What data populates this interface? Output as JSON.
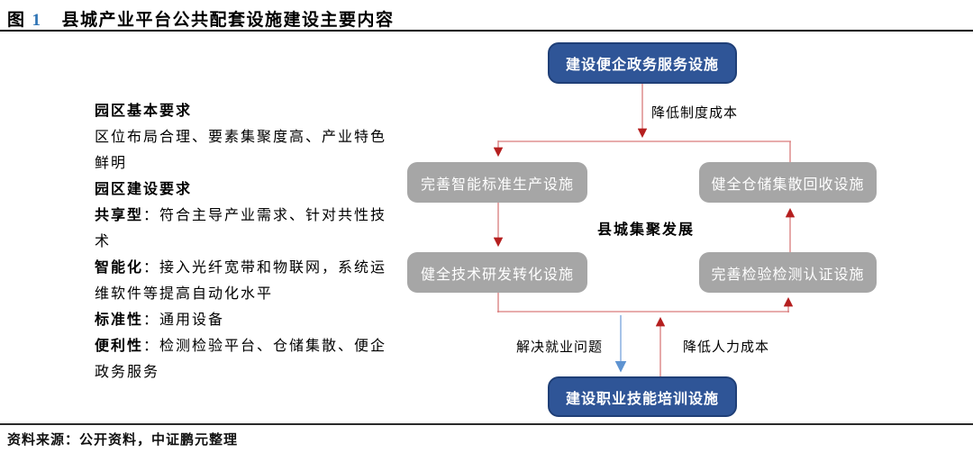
{
  "header": {
    "fig_label": "图",
    "fig_num": "1",
    "title": "县城产业平台公共配套设施建设主要内容"
  },
  "left_panel": {
    "lines": [
      {
        "bold": "园区基本要求",
        "text": ""
      },
      {
        "bold": "",
        "text": "区位布局合理、要素集聚度高、产业特色鲜明"
      },
      {
        "bold": "园区建设要求",
        "text": ""
      },
      {
        "bold": "共享型",
        "text": "：符合主导产业需求、针对共性技术"
      },
      {
        "bold": "智能化",
        "text": "：接入光纤宽带和物联网，系统运维软件等提高自动化水平"
      },
      {
        "bold": "标准性",
        "text": "：通用设备"
      },
      {
        "bold": "便利性",
        "text": "：检测检验平台、仓储集散、便企政务服务"
      }
    ]
  },
  "diagram": {
    "nodes": {
      "top": "建设便企政务服务设施",
      "left_top": "完善智能标准生产设施",
      "left_bottom": "健全技术研发转化设施",
      "right_top": "健全仓储集散回收设施",
      "right_bottom": "完善检验检测认证设施",
      "bottom": "建设职业技能培训设施",
      "center": "县城集聚发展"
    },
    "edge_labels": {
      "reduce_institution_cost": "降低制度成本",
      "solve_employment": "解决就业问题",
      "reduce_labor_cost": "降低人力成本"
    }
  },
  "footer": {
    "source": "资料来源：公开资料，中证鹏元整理"
  },
  "theme": {
    "accent-blue": "#2E74B5",
    "box-blue": "#2F5597",
    "box-blue-border": "#1F3F77",
    "box-gray": "#A6A6A6",
    "line-red": "#D97B7B",
    "head-red": "#B51F1F",
    "line-blue": "#8FB4E3",
    "head-blue": "#5E93D1",
    "rule": "#000000"
  }
}
